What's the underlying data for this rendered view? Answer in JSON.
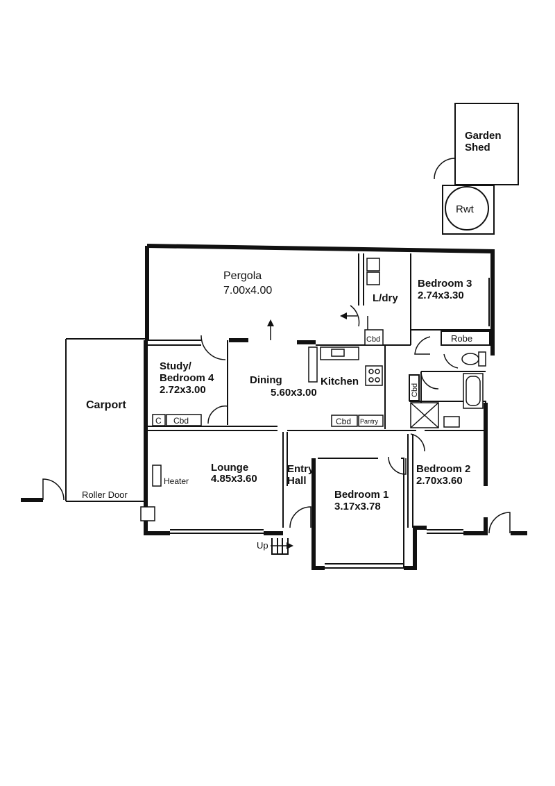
{
  "rooms": {
    "garden_shed": {
      "line1": "Garden",
      "line2": "Shed"
    },
    "rwt": "Rwt",
    "pergola": {
      "name": "Pergola",
      "size": "7.00x4.00"
    },
    "laundry": "L/dry",
    "laundry_cbd": "Cbd",
    "bedroom3": {
      "name": "Bedroom 3",
      "size": "2.74x3.30"
    },
    "robe": "Robe",
    "study": {
      "line1": "Study/",
      "line2": "Bedroom 4",
      "size": "2.72x3.00"
    },
    "dining": {
      "name": "Dining",
      "size": "5.60x3.00"
    },
    "kitchen": "Kitchen",
    "hall_cbd": "Cbd",
    "carport": "Carport",
    "study_c": "C",
    "study_cbd": "Cbd",
    "kitchen_cbd": "Cbd",
    "pantry": "Pantry",
    "lounge": {
      "name": "Lounge",
      "size": "4.85x3.60"
    },
    "heater": "Heater",
    "entry": {
      "line1": "Entry",
      "line2": "Hall"
    },
    "bedroom1": {
      "name": "Bedroom 1",
      "size": "3.17x3.78"
    },
    "bedroom2": {
      "name": "Bedroom 2",
      "size": "2.70x3.60"
    },
    "roller_door": "Roller Door",
    "up": "Up"
  }
}
